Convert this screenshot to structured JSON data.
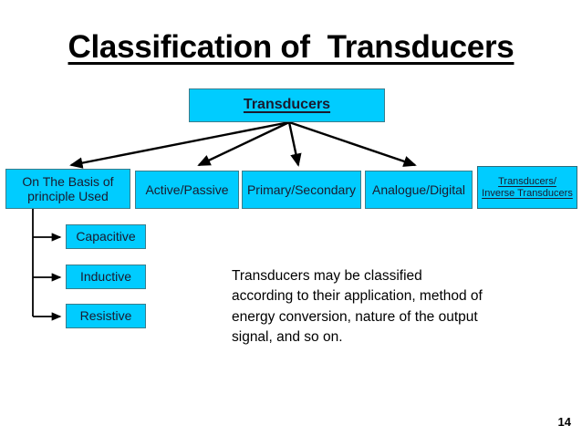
{
  "slide": {
    "title_before": "Classification of  Transducers",
    "page_number": "14",
    "background_color": "#ffffff",
    "box_fill_color": "#00CCFF",
    "box_border_color": "#3a7d8c",
    "text_color": "#1a1a2e"
  },
  "diagram": {
    "root": {
      "label": "Transducers"
    },
    "categories": [
      {
        "label_line1": "On The Basis of",
        "label_line2": "principle Used"
      },
      {
        "label": "Active/Passive"
      },
      {
        "label": "Primary/Secondary"
      },
      {
        "label": "Analogue/Digital"
      },
      {
        "label_line1": "Transducers/",
        "label_line2": "Inverse Transducers"
      }
    ],
    "principle_children": [
      {
        "label": "Capacitive"
      },
      {
        "label": "Inductive"
      },
      {
        "label": "Resistive"
      }
    ]
  },
  "body": {
    "paragraph": "Transducers may be classified\naccording to their application, method of\nenergy conversion, nature of the output\nsignal, and so on."
  }
}
